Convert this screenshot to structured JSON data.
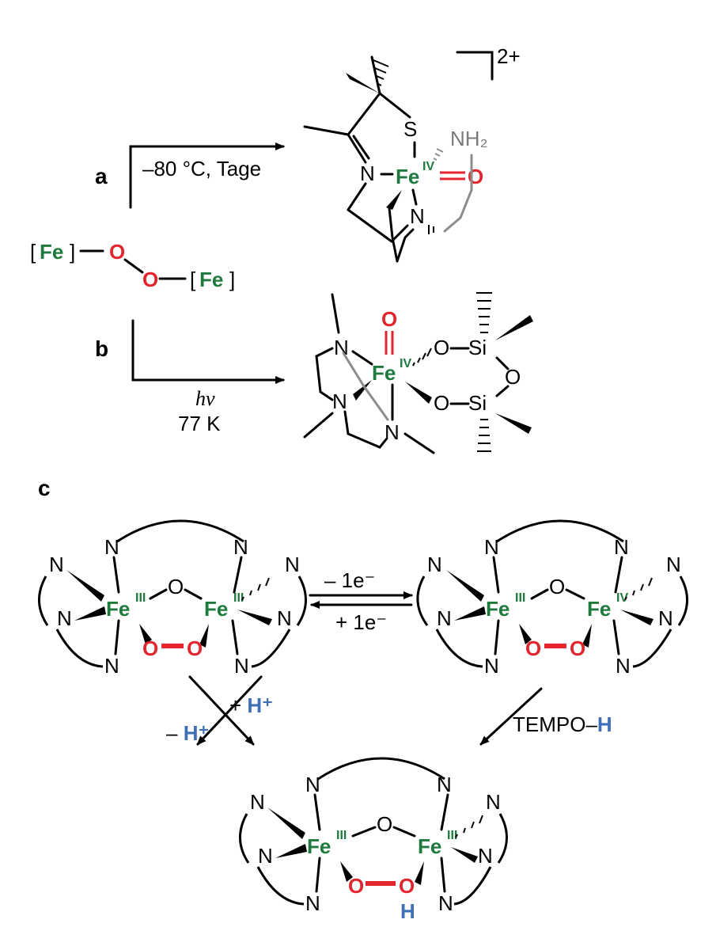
{
  "panels": {
    "a": "a",
    "b": "b",
    "c": "c"
  },
  "reactions": {
    "a_conditions": "–80 °C, Tage",
    "b_conditions_1": "hν",
    "b_conditions_2": "77 K",
    "c_oxidation": "– 1e⁻",
    "c_reduction": "+ 1e⁻",
    "c_protonation": "+ H⁺",
    "c_deprotonation": "– H⁺",
    "c_hat": "TEMPO–H"
  },
  "charge": "2+",
  "atoms": {
    "fe": "Fe",
    "fe_bracket_open": "[",
    "fe_bracket_close": "]",
    "o": "O",
    "n": "N",
    "s": "S",
    "si": "Si",
    "nh2": "NH₂",
    "h": "H"
  },
  "oxidation_states": {
    "iv": "IV",
    "iii": "III"
  },
  "colors": {
    "iron": "#1f7a3d",
    "oxygen": "#e3262d",
    "hydrogen": "#3f6fb5",
    "arm": "#8c8c8c"
  }
}
